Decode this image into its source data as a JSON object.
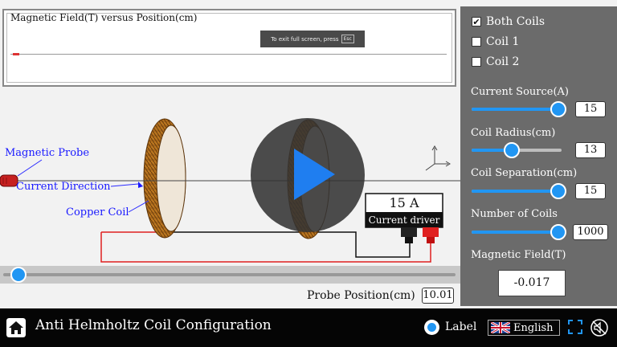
{
  "graph": {
    "title": "Magnetic Field(T) versus Position(cm)",
    "fullscreen_tip": "To exit full screen, press",
    "fullscreen_key": "Esc"
  },
  "scene": {
    "labels": {
      "magnetic_probe": "Magnetic Probe",
      "current_direction": "Current Direction",
      "copper_coil": "Copper Coil"
    },
    "driver": {
      "value": "15 A",
      "caption": "Current driver"
    },
    "probe_position_label": "Probe Position(cm)",
    "probe_position_value": "10.01",
    "probe_position_fraction": 0.02
  },
  "panel": {
    "checkboxes": [
      {
        "label": "Both Coils",
        "checked": true
      },
      {
        "label": "Coil 1",
        "checked": false
      },
      {
        "label": "Coil 2",
        "checked": false
      }
    ],
    "controls": [
      {
        "label": "Current Source(A)",
        "value": "15",
        "fraction": 1.0
      },
      {
        "label": "Coil Radius(cm)",
        "value": "13",
        "fraction": 0.43
      },
      {
        "label": "Coil Separation(cm)",
        "value": "15",
        "fraction": 1.0
      },
      {
        "label": "Number of Coils",
        "value": "1000",
        "fraction": 1.0
      }
    ],
    "field_label": "Magnetic Field(T)",
    "field_value": "-0.017"
  },
  "bottom": {
    "title": "Anti Helmholtz Coil Configuration",
    "label_toggle": "Label",
    "language": "English"
  },
  "colors": {
    "accent": "#2196f3",
    "panel": "#6b6b6b",
    "label_text": "#1a1aff",
    "coil": "#b8741f"
  },
  "icons": [
    "home-icon",
    "fullscreen-icon",
    "sound-off-icon",
    "axes-icon",
    "play-icon",
    "uk-flag-icon"
  ]
}
